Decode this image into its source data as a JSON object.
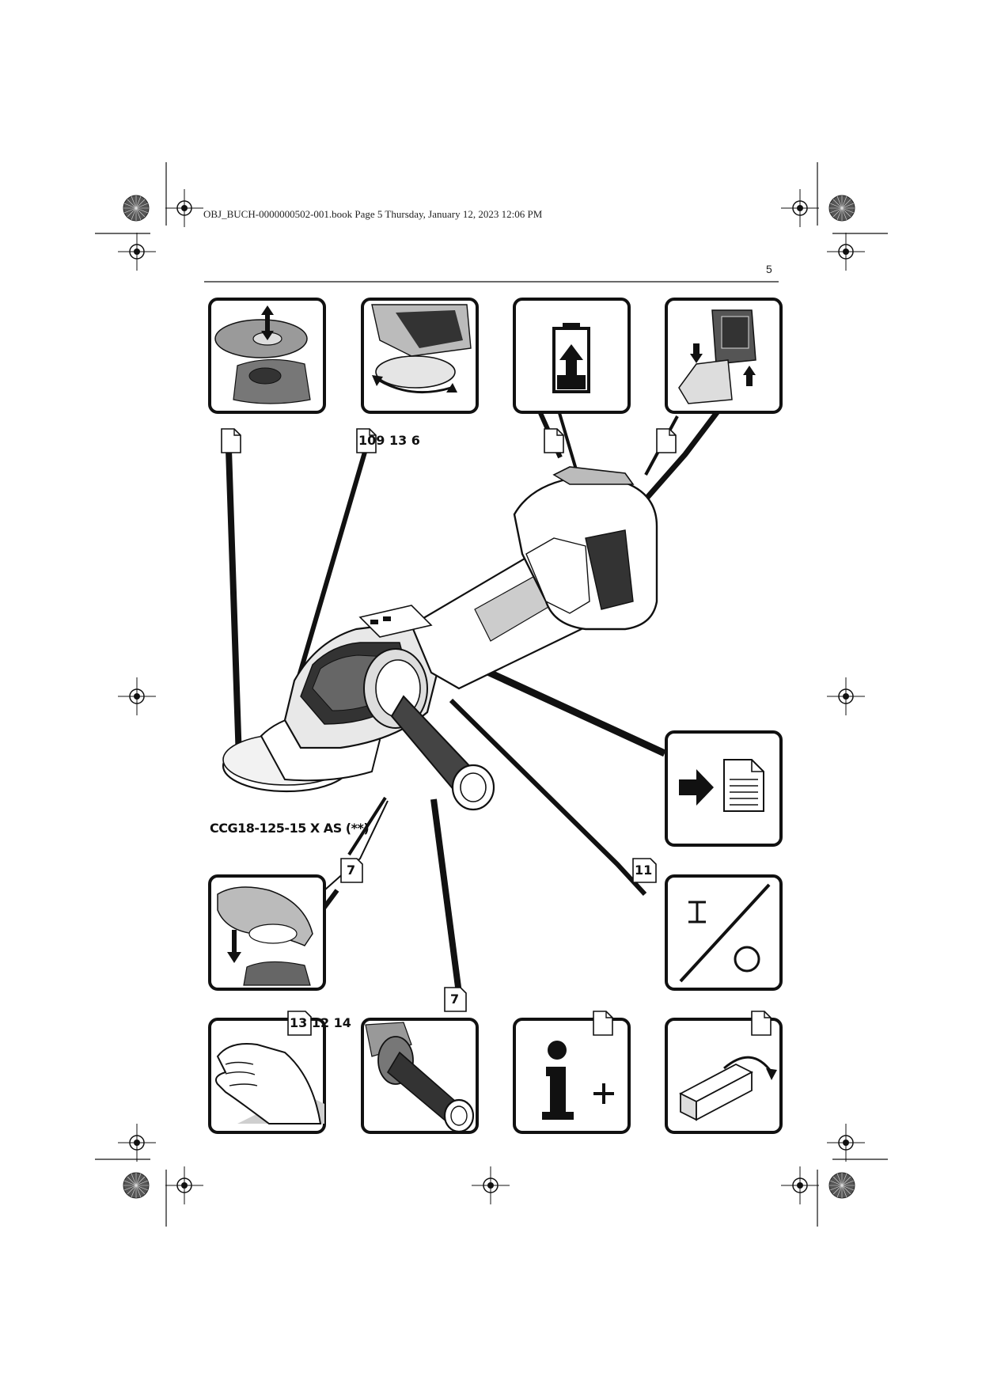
{
  "header": {
    "book_line": "OBJ_BUCH-0000000502-001.book  Page 5  Thursday, January 12, 2023  12:06 PM",
    "page_number": "5"
  },
  "figure": {
    "model_label": "CCG18-125-15 X AS (**)",
    "refs": {
      "top_second": "109 13 6",
      "guard_panel": "7",
      "handle_panel": "7",
      "switch_panel": "11",
      "hand_panel": "13 12 14"
    },
    "panels": [
      {
        "name": "disc-mounting",
        "icon": "disc-up-down-arrow-icon"
      },
      {
        "name": "guard-rotation",
        "icon": "guard-rotate-arrow-icon"
      },
      {
        "name": "battery-charge",
        "icon": "battery-up-arrow-icon"
      },
      {
        "name": "battery-insert",
        "icon": "battery-insert-remove-icon"
      },
      {
        "name": "read-document",
        "icon": "arrow-to-document-icon"
      },
      {
        "name": "guard-attach",
        "icon": "guard-down-arrow-icon"
      },
      {
        "name": "on-off-switch",
        "icon": "on-off-switch-icon"
      },
      {
        "name": "hand-protection",
        "icon": "hand-icon"
      },
      {
        "name": "side-handle",
        "icon": "side-handle-icon"
      },
      {
        "name": "more-information",
        "icon": "info-plus-icon"
      },
      {
        "name": "packaging",
        "icon": "box-open-arrow-icon"
      }
    ]
  }
}
